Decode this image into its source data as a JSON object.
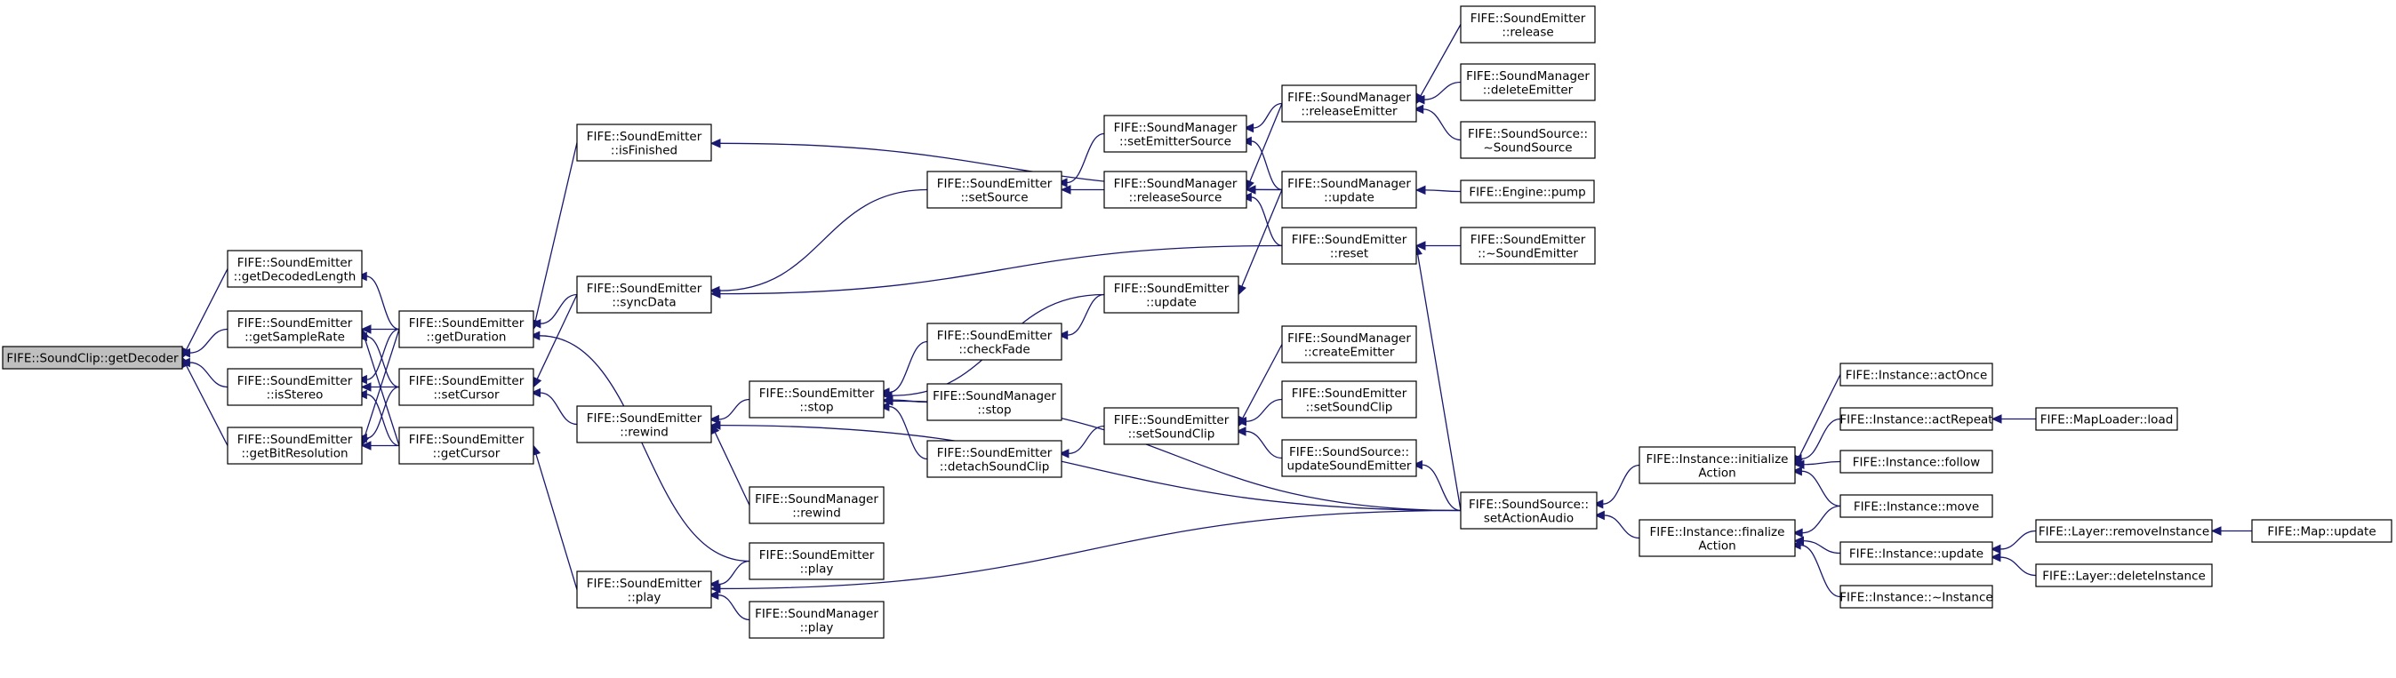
{
  "graph": {
    "colors": {
      "edge": "#191970",
      "node_border": "#000000",
      "node_fill": "#ffffff",
      "root_fill": "#bfbfbf",
      "background": "#ffffff"
    },
    "nodes": [
      {
        "id": "getDecoder",
        "lines": [
          "FIFE::SoundClip::getDecoder"
        ],
        "root": true
      },
      {
        "id": "getDecodedLength",
        "lines": [
          "FIFE::SoundEmitter",
          "::getDecodedLength"
        ]
      },
      {
        "id": "getSampleRate",
        "lines": [
          "FIFE::SoundEmitter",
          "::getSampleRate"
        ]
      },
      {
        "id": "isStereo",
        "lines": [
          "FIFE::SoundEmitter",
          "::isStereo"
        ]
      },
      {
        "id": "getBitResolution",
        "lines": [
          "FIFE::SoundEmitter",
          "::getBitResolution"
        ]
      },
      {
        "id": "getDuration",
        "lines": [
          "FIFE::SoundEmitter",
          "::getDuration"
        ]
      },
      {
        "id": "setCursor",
        "lines": [
          "FIFE::SoundEmitter",
          "::setCursor"
        ]
      },
      {
        "id": "getCursor",
        "lines": [
          "FIFE::SoundEmitter",
          "::getCursor"
        ]
      },
      {
        "id": "isFinished",
        "lines": [
          "FIFE::SoundEmitter",
          "::isFinished"
        ]
      },
      {
        "id": "syncData",
        "lines": [
          "FIFE::SoundEmitter",
          "::syncData"
        ]
      },
      {
        "id": "rewind",
        "lines": [
          "FIFE::SoundEmitter",
          "::rewind"
        ]
      },
      {
        "id": "se_play_left",
        "lines": [
          "FIFE::SoundEmitter",
          "::play"
        ]
      },
      {
        "id": "se_stop",
        "lines": [
          "FIFE::SoundEmitter",
          "::stop"
        ]
      },
      {
        "id": "sm_rewind",
        "lines": [
          "FIFE::SoundManager",
          "::rewind"
        ]
      },
      {
        "id": "se_play_mid",
        "lines": [
          "FIFE::SoundEmitter",
          "::play"
        ]
      },
      {
        "id": "sm_play",
        "lines": [
          "FIFE::SoundManager",
          "::play"
        ]
      },
      {
        "id": "setSource",
        "lines": [
          "FIFE::SoundEmitter",
          "::setSource"
        ]
      },
      {
        "id": "checkFade",
        "lines": [
          "FIFE::SoundEmitter",
          "::checkFade"
        ]
      },
      {
        "id": "sm_stop",
        "lines": [
          "FIFE::SoundManager",
          "::stop"
        ]
      },
      {
        "id": "detachSoundClip",
        "lines": [
          "FIFE::SoundEmitter",
          "::detachSoundClip"
        ]
      },
      {
        "id": "setEmitterSource",
        "lines": [
          "FIFE::SoundManager",
          "::setEmitterSource"
        ]
      },
      {
        "id": "releaseSource",
        "lines": [
          "FIFE::SoundManager",
          "::releaseSource"
        ]
      },
      {
        "id": "se_update",
        "lines": [
          "FIFE::SoundEmitter",
          "::update"
        ]
      },
      {
        "id": "setSoundClip",
        "lines": [
          "FIFE::SoundEmitter",
          "::setSoundClip"
        ]
      },
      {
        "id": "releaseEmitter",
        "lines": [
          "FIFE::SoundManager",
          "::releaseEmitter"
        ]
      },
      {
        "id": "sm_update",
        "lines": [
          "FIFE::SoundManager",
          "::update"
        ]
      },
      {
        "id": "se_reset",
        "lines": [
          "FIFE::SoundEmitter",
          "::reset"
        ]
      },
      {
        "id": "createEmitter",
        "lines": [
          "FIFE::SoundManager",
          "::createEmitter"
        ]
      },
      {
        "id": "se_setSoundClip2",
        "lines": [
          "FIFE::SoundEmitter",
          "::setSoundClip"
        ]
      },
      {
        "id": "updateSoundEmitter",
        "lines": [
          "FIFE::SoundSource::",
          "updateSoundEmitter"
        ]
      },
      {
        "id": "setActionAudio",
        "lines": [
          "FIFE::SoundSource::",
          "setActionAudio"
        ]
      },
      {
        "id": "se_release",
        "lines": [
          "FIFE::SoundEmitter",
          "::release"
        ]
      },
      {
        "id": "deleteEmitter",
        "lines": [
          "FIFE::SoundManager",
          "::deleteEmitter"
        ]
      },
      {
        "id": "ss_dtor",
        "lines": [
          "FIFE::SoundSource::",
          "~SoundSource"
        ]
      },
      {
        "id": "engine_pump",
        "lines": [
          "FIFE::Engine::pump"
        ]
      },
      {
        "id": "se_dtor",
        "lines": [
          "FIFE::SoundEmitter",
          "::~SoundEmitter"
        ]
      },
      {
        "id": "initializeAction",
        "lines": [
          "FIFE::Instance::initialize",
          "Action"
        ]
      },
      {
        "id": "finalizeAction",
        "lines": [
          "FIFE::Instance::finalize",
          "Action"
        ]
      },
      {
        "id": "actOnce",
        "lines": [
          "FIFE::Instance::actOnce"
        ]
      },
      {
        "id": "actRepeat",
        "lines": [
          "FIFE::Instance::actRepeat"
        ]
      },
      {
        "id": "follow",
        "lines": [
          "FIFE::Instance::follow"
        ]
      },
      {
        "id": "move",
        "lines": [
          "FIFE::Instance::move"
        ]
      },
      {
        "id": "inst_update",
        "lines": [
          "FIFE::Instance::update"
        ]
      },
      {
        "id": "inst_dtor",
        "lines": [
          "FIFE::Instance::~Instance"
        ]
      },
      {
        "id": "maploader_load",
        "lines": [
          "FIFE::MapLoader::load"
        ]
      },
      {
        "id": "removeInstance",
        "lines": [
          "FIFE::Layer::removeInstance"
        ]
      },
      {
        "id": "deleteInstance",
        "lines": [
          "FIFE::Layer::deleteInstance"
        ]
      },
      {
        "id": "map_update",
        "lines": [
          "FIFE::Map::update"
        ]
      }
    ],
    "edges": [
      [
        "getDecodedLength",
        "getDecoder"
      ],
      [
        "getSampleRate",
        "getDecoder"
      ],
      [
        "isStereo",
        "getDecoder"
      ],
      [
        "getBitResolution",
        "getDecoder"
      ],
      [
        "getDuration",
        "getDecodedLength"
      ],
      [
        "getDuration",
        "getSampleRate"
      ],
      [
        "getDuration",
        "isStereo"
      ],
      [
        "getDuration",
        "getBitResolution"
      ],
      [
        "setCursor",
        "getSampleRate"
      ],
      [
        "setCursor",
        "isStereo"
      ],
      [
        "setCursor",
        "getBitResolution"
      ],
      [
        "getCursor",
        "getSampleRate"
      ],
      [
        "getCursor",
        "isStereo"
      ],
      [
        "getCursor",
        "getBitResolution"
      ],
      [
        "isFinished",
        "getDuration"
      ],
      [
        "syncData",
        "getDuration"
      ],
      [
        "syncData",
        "setCursor"
      ],
      [
        "rewind",
        "setCursor"
      ],
      [
        "se_play_left",
        "getCursor"
      ],
      [
        "se_play_mid",
        "getDuration"
      ],
      [
        "se_stop",
        "rewind"
      ],
      [
        "sm_rewind",
        "rewind"
      ],
      [
        "setActionAudio",
        "rewind"
      ],
      [
        "se_play_mid",
        "se_play_left"
      ],
      [
        "sm_play",
        "se_play_left"
      ],
      [
        "setActionAudio",
        "se_play_left"
      ],
      [
        "setSource",
        "syncData"
      ],
      [
        "se_reset",
        "syncData"
      ],
      [
        "se_update",
        "se_stop"
      ],
      [
        "checkFade",
        "se_stop"
      ],
      [
        "sm_stop",
        "se_stop"
      ],
      [
        "detachSoundClip",
        "se_stop"
      ],
      [
        "setActionAudio",
        "se_stop"
      ],
      [
        "sm_update",
        "isFinished"
      ],
      [
        "setEmitterSource",
        "setSource"
      ],
      [
        "releaseSource",
        "setSource"
      ],
      [
        "se_update",
        "checkFade"
      ],
      [
        "setSoundClip",
        "detachSoundClip"
      ],
      [
        "releaseEmitter",
        "setEmitterSource"
      ],
      [
        "sm_update",
        "setEmitterSource"
      ],
      [
        "releaseEmitter",
        "releaseSource"
      ],
      [
        "sm_update",
        "releaseSource"
      ],
      [
        "se_reset",
        "releaseSource"
      ],
      [
        "sm_update",
        "se_update"
      ],
      [
        "createEmitter",
        "setSoundClip"
      ],
      [
        "se_setSoundClip2",
        "setSoundClip"
      ],
      [
        "updateSoundEmitter",
        "setSoundClip"
      ],
      [
        "se_release",
        "releaseEmitter"
      ],
      [
        "deleteEmitter",
        "releaseEmitter"
      ],
      [
        "ss_dtor",
        "releaseEmitter"
      ],
      [
        "engine_pump",
        "sm_update"
      ],
      [
        "se_dtor",
        "se_reset"
      ],
      [
        "setActionAudio",
        "se_reset"
      ],
      [
        "setActionAudio",
        "updateSoundEmitter"
      ],
      [
        "initializeAction",
        "setActionAudio"
      ],
      [
        "finalizeAction",
        "setActionAudio"
      ],
      [
        "actOnce",
        "initializeAction"
      ],
      [
        "actRepeat",
        "initializeAction"
      ],
      [
        "follow",
        "initializeAction"
      ],
      [
        "move",
        "initializeAction"
      ],
      [
        "move",
        "finalizeAction"
      ],
      [
        "inst_update",
        "finalizeAction"
      ],
      [
        "inst_dtor",
        "finalizeAction"
      ],
      [
        "maploader_load",
        "actRepeat"
      ],
      [
        "removeInstance",
        "inst_update"
      ],
      [
        "deleteInstance",
        "inst_update"
      ],
      [
        "map_update",
        "removeInstance"
      ]
    ]
  }
}
